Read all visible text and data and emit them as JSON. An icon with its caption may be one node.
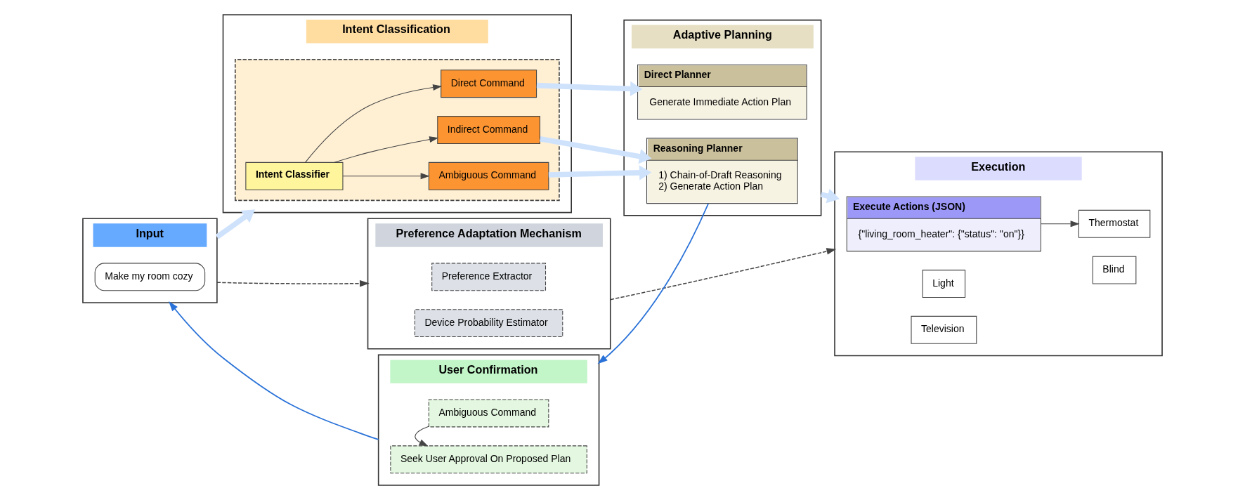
{
  "diagram": {
    "nodes": [
      {
        "text": [
          "Preference Adaptation Mechanism"
        ]
      },
      {
        "text": [
          "Preference Extractor"
        ],
        "in": 0
      },
      {
        "text": [
          "Device Probability Estimator"
        ],
        "in": 0
      },
      {
        "text": [
          "Input"
        ]
      },
      {
        "text": [
          "Make my room cozy"
        ],
        "in": 3
      },
      {
        "text": [
          "Intent Classification"
        ]
      },
      {
        "text": [],
        "shape": "box",
        "in": 5
      },
      {
        "text": [
          "Intent Classifier"
        ],
        "in": 6
      },
      {
        "text": [
          "Direct Command"
        ],
        "in": 6
      },
      {
        "text": [
          "Indirect Command"
        ],
        "in": 6
      },
      {
        "text": [
          "Ambiguous Command"
        ],
        "in": 6
      },
      {
        "text": [
          "Adaptive Planning"
        ]
      },
      {
        "text": [
          "Direct Planner",
          "Generate Immediate Action Plan"
        ],
        "in": 11
      },
      {
        "text": [
          "Reasoning Planner",
          "1) Chain-of-Draft Reasoning",
          "2) Generate Action Plan"
        ],
        "in": 11
      },
      {
        "text": [
          "Execution"
        ]
      },
      {
        "text": [
          "Execute Actions (JSON)",
          "{\"living_room_heater\": {\"status\": \"on\"}}"
        ],
        "in": 14
      },
      {
        "text": [
          "Light"
        ],
        "in": 14
      },
      {
        "text": [
          "Television"
        ],
        "in": 14
      },
      {
        "text": [
          "Thermostat"
        ],
        "in": 14
      },
      {
        "text": [
          "Blind"
        ],
        "in": 14
      },
      {
        "text": [
          "User Confirmation"
        ]
      },
      {
        "text": [
          "Ambiguous Command"
        ],
        "in": 20
      },
      {
        "text": [
          "Seek User Approval On Proposed Plan"
        ],
        "in": 20
      }
    ],
    "edges": [
      {
        "from": 3,
        "to": 0,
        "arrow": "to",
        "style": "dashed"
      },
      {
        "from": 0,
        "to": 14,
        "arrow": "to",
        "style": "dashed"
      },
      {
        "from": 3,
        "to": 5,
        "arrow": "to",
        "style": "thick",
        "color": "#cfe2fc"
      },
      {
        "from": 7,
        "to": 8,
        "arrow": "to"
      },
      {
        "from": 7,
        "to": 9,
        "arrow": "to"
      },
      {
        "from": 7,
        "to": 10,
        "arrow": "to"
      },
      {
        "from": 8,
        "to": 12,
        "arrow": "to",
        "style": "thick",
        "color": "#cfe2fc"
      },
      {
        "from": 9,
        "to": 13,
        "arrow": "to",
        "style": "thick",
        "color": "#cfe2fc"
      },
      {
        "from": 10,
        "to": 13,
        "arrow": "to",
        "style": "thick",
        "color": "#cfe2fc"
      },
      {
        "from": 11,
        "to": 14,
        "arrow": "to",
        "style": "thick",
        "color": "#cfe2fc"
      },
      {
        "from": 15,
        "to": 18,
        "arrow": "to"
      },
      {
        "from": 13,
        "to": 20,
        "arrow": "to",
        "color": "#2a72d8"
      },
      {
        "from": 20,
        "to": 3,
        "arrow": "to",
        "color": "#2a72d8"
      },
      {
        "from": 21,
        "to": 22,
        "arrow": "to"
      }
    ]
  }
}
